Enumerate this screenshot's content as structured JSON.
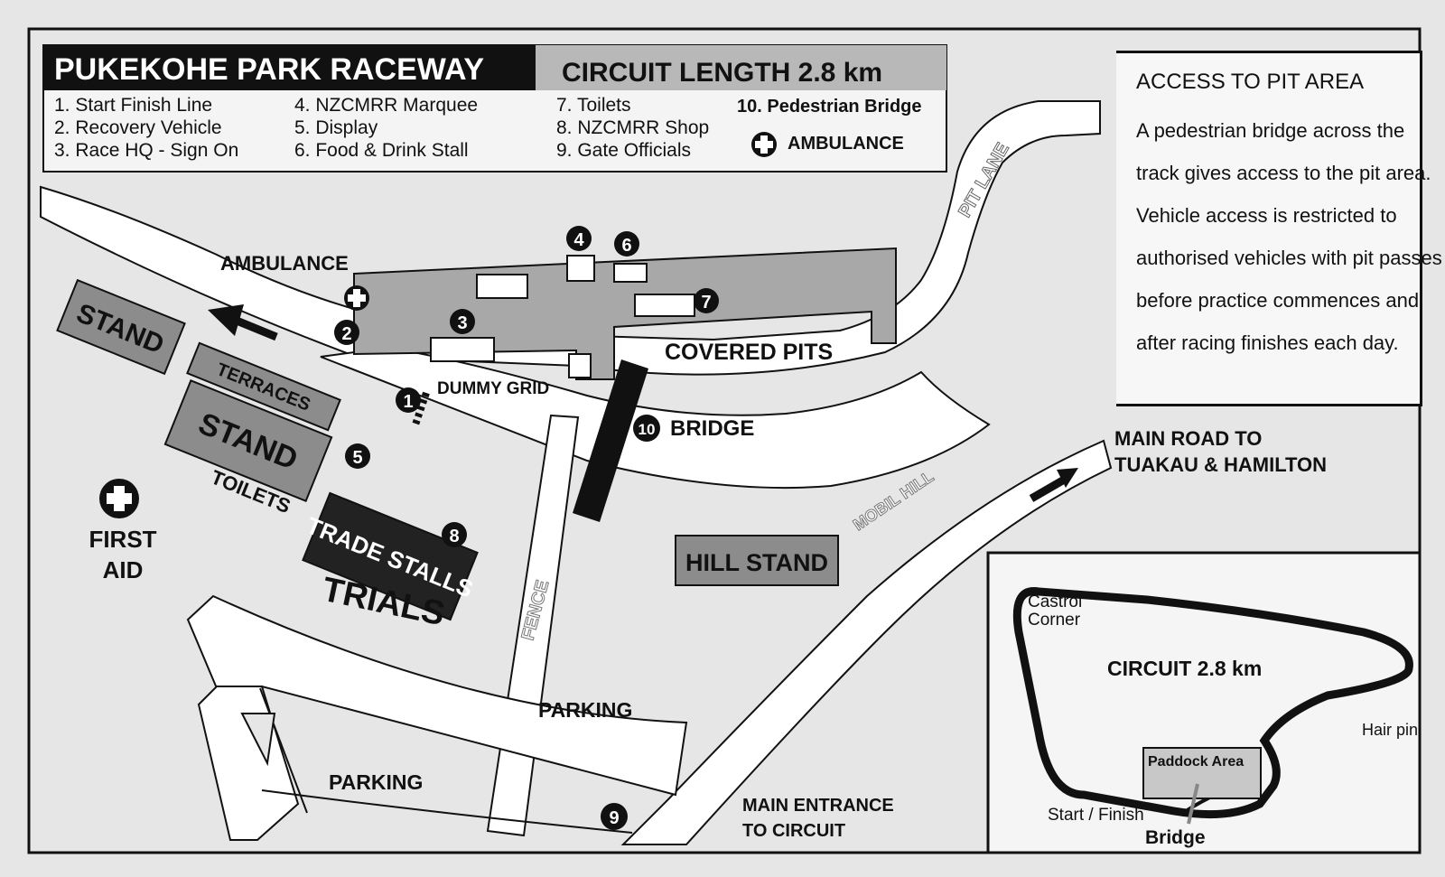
{
  "header": {
    "title": "PUKEKOHE PARK RACEWAY",
    "circuit_length": "CIRCUIT  LENGTH 2.8 km"
  },
  "legend": {
    "col1": [
      "1. Start Finish Line",
      "2. Recovery Vehicle",
      "3. Race HQ - Sign On"
    ],
    "col2": [
      "4. NZCMRR Marquee",
      "5. Display",
      "6. Food & Drink Stall"
    ],
    "col3": [
      "7. Toilets",
      "8. NZCMRR Shop",
      "9. Gate Officials"
    ],
    "col4_bold": "10. Pedestrian Bridge",
    "col4_ambulance": "AMBULANCE"
  },
  "access": {
    "title": "ACCESS TO PIT AREA",
    "lines": [
      "A pedestrian bridge across the",
      "track gives access to the pit area.",
      "Vehicle access is restricted to",
      "authorised vehicles with pit passes",
      "before practice commences and",
      "after racing finishes each day."
    ]
  },
  "map": {
    "ambulance_label": "AMBULANCE",
    "stand_top": "STAND",
    "terraces": "TERRACES",
    "stand_mid": "STAND",
    "toilets": "TOILETS",
    "first_aid_1": "FIRST",
    "first_aid_2": "AID",
    "dummy_grid": "DUMMY GRID",
    "covered_pits": "COVERED PITS",
    "pit_lane": "PIT LANE",
    "bridge": "BRIDGE",
    "main_road_1": "MAIN ROAD TO",
    "main_road_2": "TUAKAU & HAMILTON",
    "mobil_hill": "MOBIL HILL",
    "hill_stand": "HILL STAND",
    "trade_stalls": "TRADE STALLS",
    "trials": "TRIALS",
    "fence": "FENCE",
    "parking_right": "PARKING",
    "parking_left": "PARKING",
    "main_entrance_1": "MAIN ENTRANCE",
    "main_entrance_2": "TO CIRCUIT",
    "markers": [
      "1",
      "2",
      "3",
      "4",
      "5",
      "6",
      "7",
      "8",
      "9",
      "10"
    ]
  },
  "inset": {
    "castrol_1": "Castrol",
    "castrol_2": "Corner",
    "circuit": "CIRCUIT 2.8 km",
    "hair_pin": "Hair pin",
    "paddock": "Paddock Area",
    "start_finish": "Start / Finish",
    "bridge": "Bridge"
  },
  "colors": {
    "background": "#e6e6e6",
    "ink": "#111111",
    "road": "#ffffff",
    "stand_grey": "#8c8c8c",
    "pit_grey": "#a8a8a8",
    "header_grey": "#b8b8b8"
  }
}
